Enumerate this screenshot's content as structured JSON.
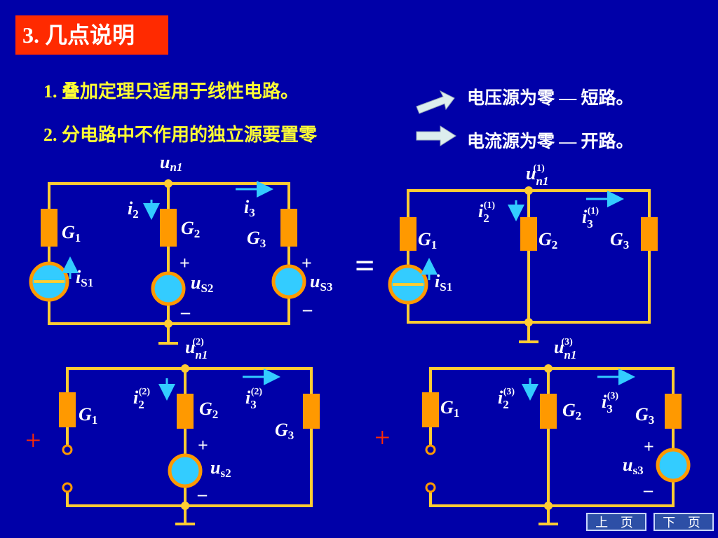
{
  "title": "3. 几点说明",
  "statements": {
    "s1": "1. 叠加定理只适用于线性电路。",
    "s2": "2. 分电路中不作用的独立源要置零"
  },
  "notes": {
    "n1": "电压源为零 — 短路。",
    "n2": "电流源为零 — 开路。"
  },
  "symbols": {
    "equals": "=",
    "plus": "+",
    "minus": "–"
  },
  "labels": {
    "un1": "u",
    "un1_sub": "n1",
    "un1_sup1": "(1)",
    "un1_sup2": "(2)",
    "un1_sup3": "(3)",
    "G": "G",
    "i": "i",
    "u": "u",
    "sub1": "1",
    "sub2": "2",
    "sub3": "3",
    "S1": "S1",
    "S2": "S2",
    "S3": "S3",
    "s2": "s2",
    "s3": "s3",
    "sup1": "(1)",
    "sup2": "(2)",
    "sup3": "(3)"
  },
  "nav": {
    "prev": "上 页",
    "next": "下 页"
  },
  "colors": {
    "background": "#0000a8",
    "wire": "#ffcc33",
    "resistor": "#ff9900",
    "source": "#33ccff",
    "arrow": "#33ccff",
    "label": "#ffffff",
    "statement": "#ffff33",
    "title_box": "#ff2a00",
    "red_symbol": "#ff2a00"
  }
}
